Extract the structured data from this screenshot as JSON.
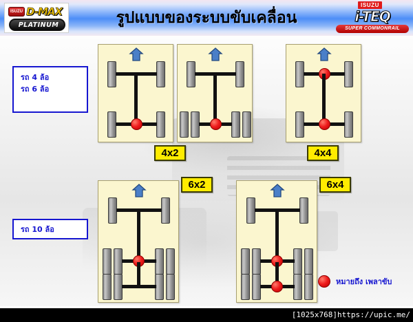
{
  "header": {
    "title": "รูปแบบของระบบขับเคลื่อน",
    "logo_left": {
      "badge": "ISUZU",
      "model": "D-MAX",
      "trim": "PLATINUM"
    },
    "logo_right": {
      "brand": "ISUZU",
      "tech": "i-TEQ",
      "tagline": "SUPER COMMONRAIL"
    }
  },
  "categories": [
    {
      "id": "cat-4-6",
      "lines": [
        "รถ 4 ล้อ",
        "รถ 6 ล้อ"
      ]
    },
    {
      "id": "cat-10",
      "lines": [
        "รถ 10 ล้อ"
      ]
    }
  ],
  "diagrams": [
    {
      "id": "diagram-4x2-4wheel",
      "tag": "4x2",
      "tag_visible": true,
      "description": "4 wheels, rear axle driven",
      "axles": 2,
      "driven_axles": [
        2
      ],
      "wheels_per_side_per_axle": [
        1,
        1
      ]
    },
    {
      "id": "diagram-4x2-6wheel",
      "tag": "",
      "tag_visible": false,
      "description": "6 wheels, rear axle dual wheels, rear axle driven",
      "axles": 2,
      "driven_axles": [
        2
      ],
      "wheels_per_side_per_axle": [
        1,
        2
      ]
    },
    {
      "id": "diagram-4x4",
      "tag": "4x4",
      "tag_visible": true,
      "description": "4 wheels, both axles driven",
      "axles": 2,
      "driven_axles": [
        1,
        2
      ],
      "wheels_per_side_per_axle": [
        1,
        1
      ]
    },
    {
      "id": "diagram-6x2",
      "tag": "6x2",
      "tag_visible": true,
      "description": "10 wheels, three axles, first rear axle driven",
      "axles": 3,
      "driven_axles": [
        2
      ],
      "wheels_per_side_per_axle": [
        1,
        2,
        2
      ]
    },
    {
      "id": "diagram-6x4",
      "tag": "6x4",
      "tag_visible": true,
      "description": "10 wheels, three axles, both rear axles driven",
      "axles": 3,
      "driven_axles": [
        2,
        3
      ],
      "wheels_per_side_per_axle": [
        1,
        2,
        2
      ]
    }
  ],
  "legend": {
    "marker_color": "#ee1c1c",
    "text": "หมายถึง  เพลาขับ"
  },
  "statusbar": {
    "text": "[1025x768]https://upic.me/"
  },
  "colors": {
    "panel_bg": "#fbf6cf",
    "tag_bg": "#ffec00",
    "label_blue": "#1515d0",
    "drive_red": "#ee1c1c",
    "header_blue": "#4d8ef7"
  }
}
